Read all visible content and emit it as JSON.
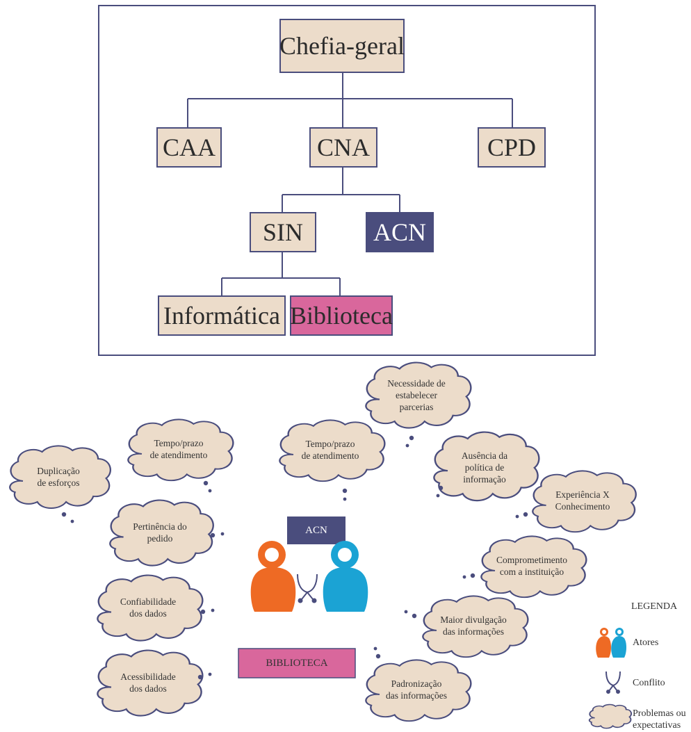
{
  "org_chart": {
    "root": "Chefia-geral",
    "level1": [
      "CAA",
      "CNA",
      "CPD"
    ],
    "level2": [
      "SIN",
      "ACN"
    ],
    "level3": [
      "Informática",
      "Biblioteca"
    ]
  },
  "actors": {
    "acn_label": "ACN",
    "biblioteca_label": "BIBLIOTECA"
  },
  "clouds": [
    "Duplicação\nde esforços",
    "Tempo/prazo\nde atendimento",
    "Pertinência do\npedido",
    "Confiabilidade\ndos dados",
    "Acessibilidade\ndos dados",
    "Tempo/prazo\nde atendimento",
    "Necessidade de\nestabelecer\nparcerias",
    "Ausência da\npolítica de\ninformação",
    "Experiência X\nConhecimento",
    "Comprometimento\ncom a instituição",
    "Maior divulgação\ndas informações",
    "Padronização\ndas informações"
  ],
  "legend": {
    "title": "LEGENDA",
    "actors": "Atores",
    "conflict": "Conflito",
    "problems": "Problemas ou\nexpectativas"
  },
  "colors": {
    "box_fill": "#ecdcca",
    "border": "#4a4d7d",
    "acn_fill": "#4a4d7d",
    "biblioteca_fill": "#d9679c",
    "cloud_fill": "#ecdcca",
    "actor_orange": "#ee6a24",
    "actor_blue": "#1ba3d4"
  }
}
